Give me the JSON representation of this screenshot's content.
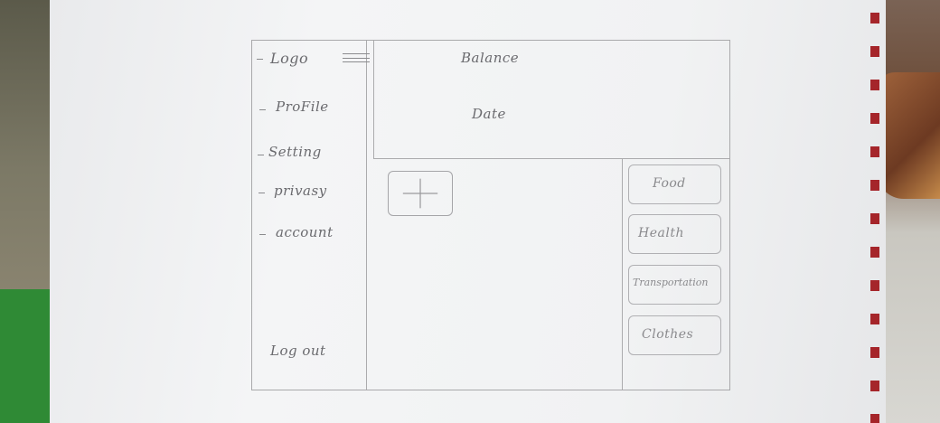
{
  "sidebar": {
    "logo": "Logo",
    "items": [
      {
        "label": "ProFile"
      },
      {
        "label": "Setting"
      },
      {
        "label": "privasy"
      },
      {
        "label": "account"
      }
    ],
    "logout": "Log out"
  },
  "header": {
    "balance": "Balance",
    "date": "Date"
  },
  "main": {
    "add_symbol": "+"
  },
  "categories": [
    {
      "label": "Food"
    },
    {
      "label": "Health"
    },
    {
      "label": "Transportation"
    },
    {
      "label": "Clothes"
    }
  ],
  "colors": {
    "pencil": "#6f6f72",
    "paper": "#f2f3f4",
    "binding": "#a5252a"
  }
}
